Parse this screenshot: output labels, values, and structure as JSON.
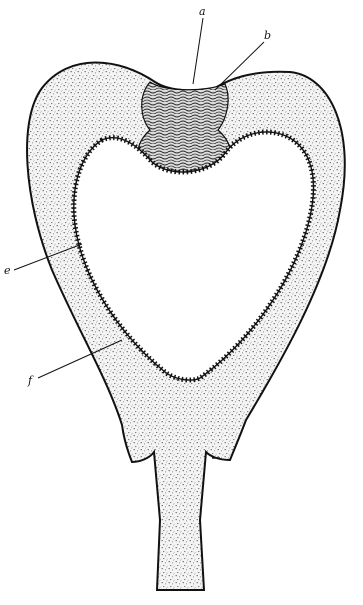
{
  "figure": {
    "labels": {
      "a": "a",
      "b": "b",
      "e": "e",
      "f": "f"
    },
    "colors": {
      "ink": "#111111",
      "stipple": "#555555",
      "background": "#ffffff"
    }
  }
}
